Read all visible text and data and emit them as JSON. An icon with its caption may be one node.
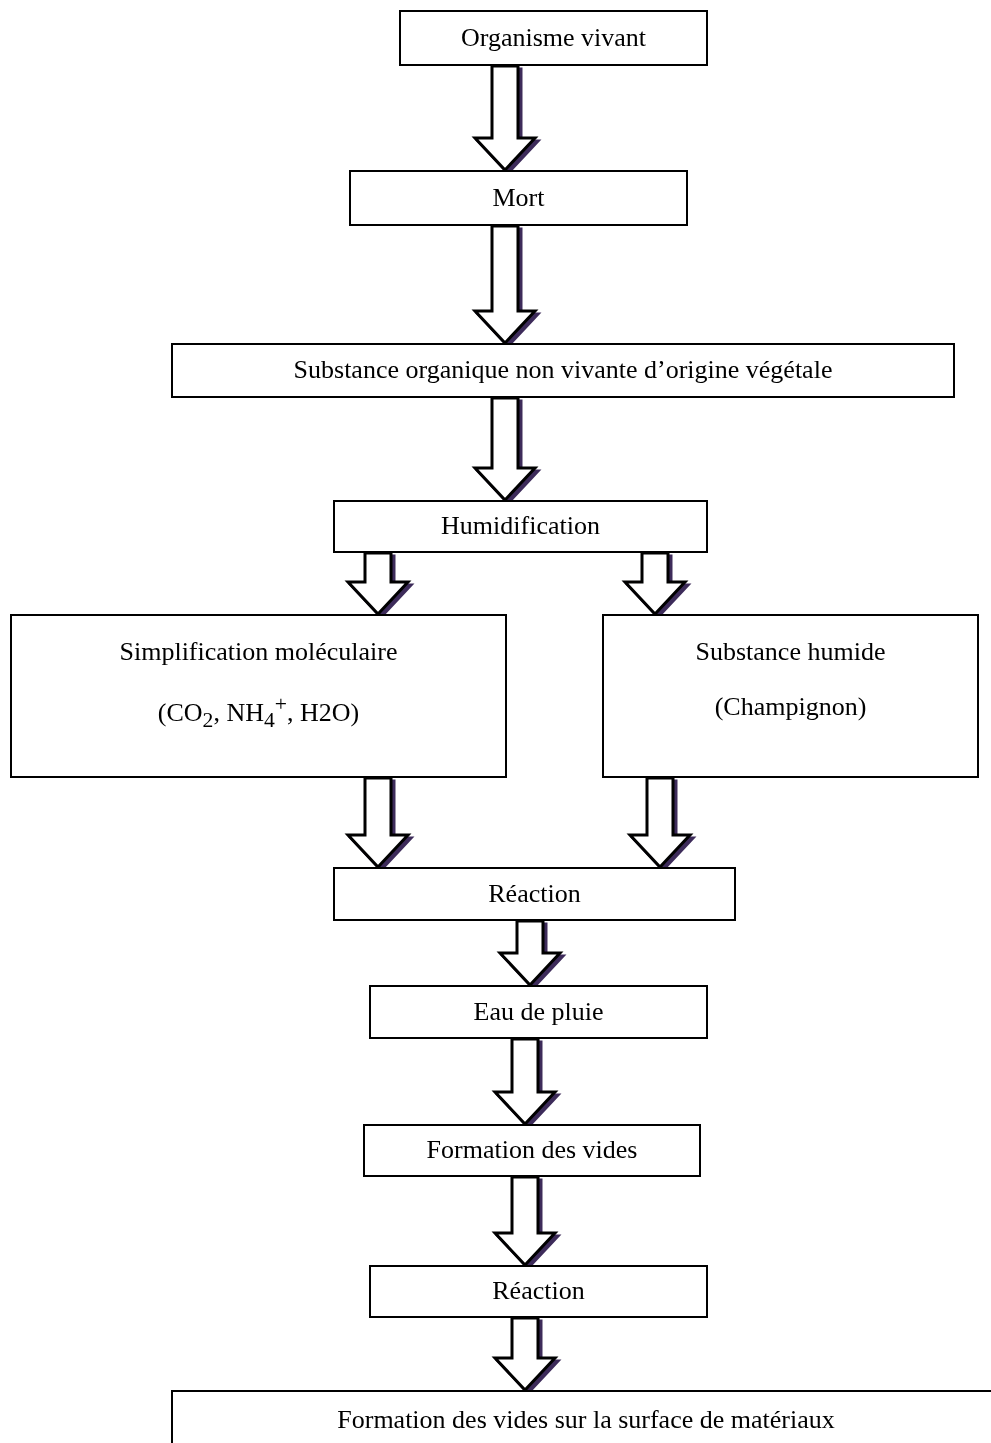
{
  "diagram": {
    "nodes": [
      {
        "text": [
          "Organisme vivant"
        ]
      },
      {
        "text": [
          "Mort"
        ]
      },
      {
        "text": [
          "Substance organique non vivante d’origine végétale"
        ]
      },
      {
        "text": [
          "Humidification"
        ]
      },
      {
        "text": [
          "Simplification moléculaire",
          "(CO$_{2}$, NH$_{4}$$^{+}$, H2O)"
        ]
      },
      {
        "text": [
          "Substance humide",
          "(Champignon)"
        ]
      },
      {
        "text": [
          "Réaction"
        ]
      },
      {
        "text": [
          "Eau de pluie"
        ]
      },
      {
        "text": [
          "Formation des vides"
        ]
      },
      {
        "text": [
          "Réaction"
        ]
      },
      {
        "text": [
          "Formation des vides sur la surface de matériaux"
        ]
      }
    ],
    "edges": [
      {
        "from": 0,
        "to": 1,
        "arrow": "to"
      },
      {
        "from": 1,
        "to": 2,
        "arrow": "to"
      },
      {
        "from": 2,
        "to": 3,
        "arrow": "to"
      },
      {
        "from": 3,
        "to": 4,
        "arrow": "to"
      },
      {
        "from": 3,
        "to": 5,
        "arrow": "to"
      },
      {
        "from": 4,
        "to": 6,
        "arrow": "to"
      },
      {
        "from": 5,
        "to": 6,
        "arrow": "to"
      },
      {
        "from": 6,
        "to": 7,
        "arrow": "to"
      },
      {
        "from": 7,
        "to": 8,
        "arrow": "to"
      },
      {
        "from": 8,
        "to": 9,
        "arrow": "to"
      },
      {
        "from": 9,
        "to": 10,
        "arrow": "to"
      }
    ]
  }
}
